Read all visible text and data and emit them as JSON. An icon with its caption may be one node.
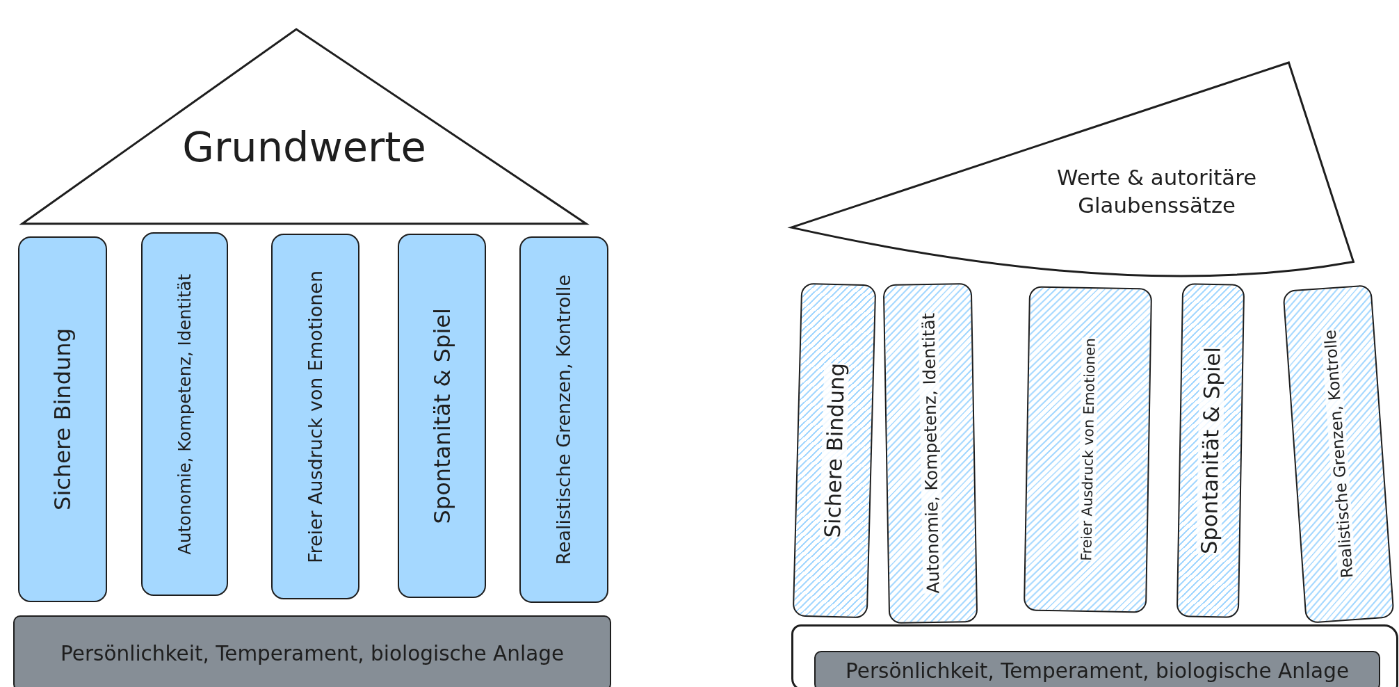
{
  "diagram": {
    "nodes": [
      {
        "text": [
          "Grundwerte"
        ]
      },
      {
        "text": [
          "Sichere Bindung"
        ]
      },
      {
        "text": [
          "Autonomie, Kompetenz, Identität"
        ]
      },
      {
        "text": [
          "Freier Ausdruck von Emotionen"
        ]
      },
      {
        "text": [
          "Spontanität & Spiel"
        ]
      },
      {
        "text": [
          "Realistische Grenzen, Kontrolle"
        ]
      },
      {
        "text": [
          "Persönlichkeit, Temperament, biologische Anlage"
        ]
      },
      {
        "text": [
          "Werte & autoritäre Glaubenssätze"
        ]
      },
      {
        "text": [
          "Sichere Bindung"
        ]
      },
      {
        "text": [
          "Autonomie, Kompetenz, Identität"
        ]
      },
      {
        "text": [
          "Freier Ausdruck von Emotionen"
        ]
      },
      {
        "text": [
          "Spontanität & Spiel"
        ]
      },
      {
        "text": [
          "Realistische Grenzen, Kontrolle"
        ]
      },
      {
        "text": [],
        "shape": "box"
      },
      {
        "text": [
          "Persönlichkeit, Temperament, biologische Anlage"
        ],
        "in": 13
      }
    ]
  }
}
